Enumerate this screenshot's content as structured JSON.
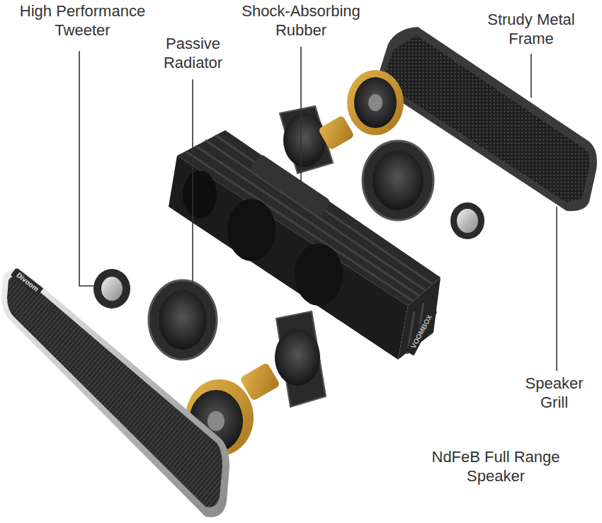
{
  "diagram": {
    "labels": [
      "High Performance Tweeter",
      "Passive Radiator",
      "Shock-Absorbing Rubber",
      "Strudy Metal Frame",
      "Speaker Grill",
      "NdFeB Full Range Speaker",
      "Divoom",
      "VOOMBOX"
    ]
  }
}
